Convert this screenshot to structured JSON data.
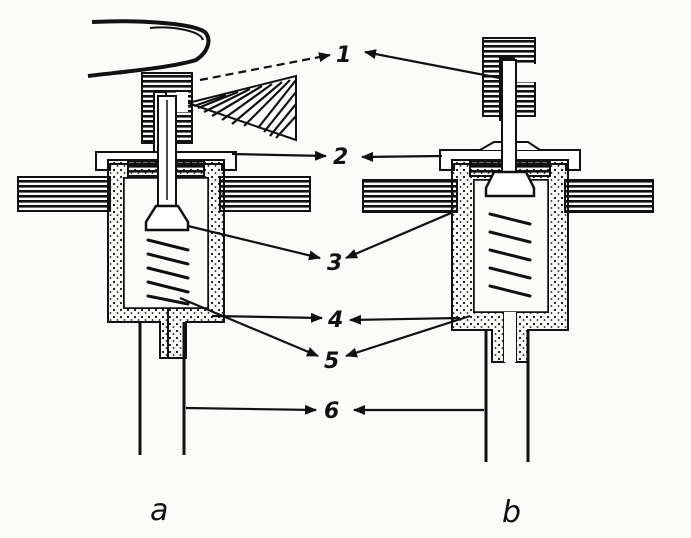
{
  "diagram": {
    "labels": [
      "1",
      "2",
      "3",
      "4",
      "5",
      "6"
    ],
    "captions": [
      "a",
      "b"
    ],
    "colors": {
      "ink": "#111111",
      "paper": "#fbfbf9"
    }
  }
}
